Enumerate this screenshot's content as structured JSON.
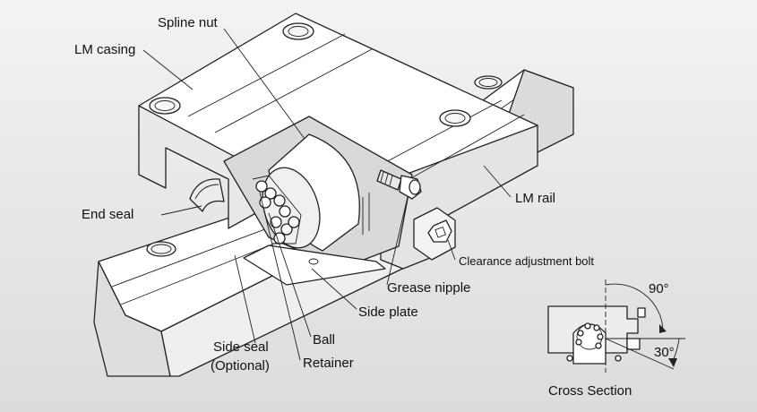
{
  "labels": {
    "spline_nut": "Spline nut",
    "lm_casing": "LM casing",
    "end_seal": "End seal",
    "lm_rail": "LM rail",
    "clearance_bolt": "Clearance adjustment bolt",
    "grease_nipple": "Grease nipple",
    "side_plate": "Side plate",
    "ball": "Ball",
    "side_seal": "Side seal",
    "side_seal_optional": "(Optional)",
    "retainer": "Retainer"
  },
  "cross_section": {
    "caption": "Cross Section",
    "angle_top": "90°",
    "angle_side": "30°"
  },
  "colors": {
    "background": "#e6e6e6",
    "part_fill": "#ffffff",
    "shadow_fill": "#d6d6d6",
    "line": "#222222"
  }
}
